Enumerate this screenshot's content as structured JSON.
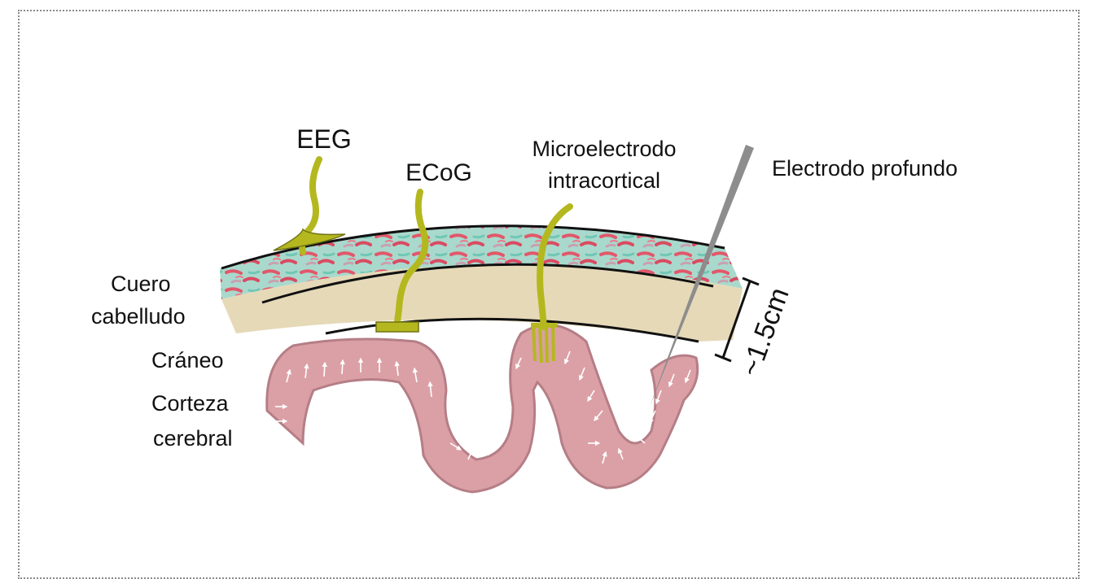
{
  "labels": {
    "eeg": "EEG",
    "ecog": "ECoG",
    "microelectrode_line1": "Microelectrodo",
    "microelectrode_line2": "intracortical",
    "deep_electrode": "Electrodo profundo",
    "scalp_line1": "Cuero",
    "scalp_line2": "cabelludo",
    "skull": "Cráneo",
    "cortex_line1": "Corteza",
    "cortex_line2": "cerebral",
    "depth": "~1.5cm"
  },
  "colors": {
    "scalp_red": "#e2576a",
    "scalp_teal": "#8fd6c4",
    "skull_beige": "#e6d9b8",
    "cortex_pink": "#dba0a6",
    "electrode_olive": "#b4b81e",
    "deep_electrode_grey": "#8d8d8d",
    "frame_dots": "#8a8a8a"
  }
}
